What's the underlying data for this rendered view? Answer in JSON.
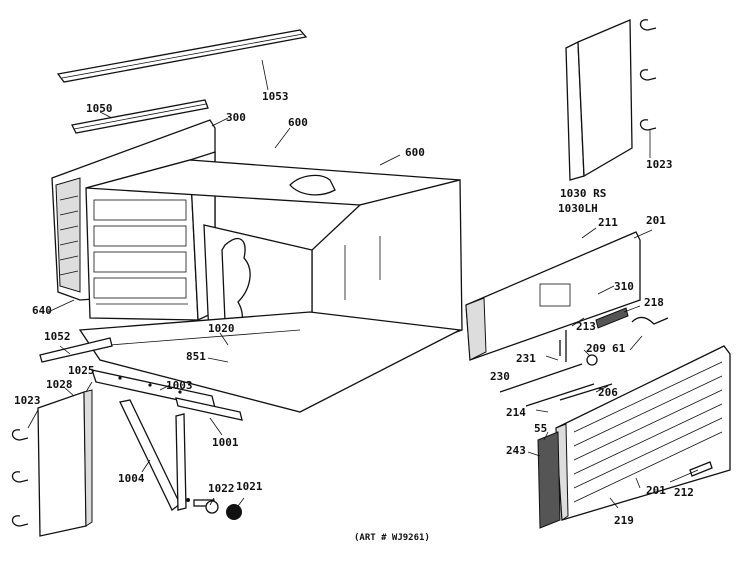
{
  "labels": {
    "p1050": "1050",
    "p1053": "1053",
    "p300": "300",
    "p600a": "600",
    "p600b": "600",
    "p640": "640",
    "p1052": "1052",
    "p1020": "1020",
    "p851": "851",
    "p1003": "1003",
    "p1001": "1001",
    "p1023a": "1023",
    "p1028": "1028",
    "p1025": "1025",
    "p1004": "1004",
    "p1022": "1022",
    "p1021": "1021",
    "p1023b": "1023",
    "p1030rs": "1030 RS",
    "p1030lh": "1030LH",
    "p211": "211",
    "p201a": "201",
    "p310": "310",
    "p218": "218",
    "p213": "213",
    "p61": "61",
    "p209": "209",
    "p231": "231",
    "p230": "230",
    "p206": "206",
    "p214": "214",
    "p243": "243",
    "p55": "55",
    "p212": "212",
    "p201b": "201",
    "p219": "219"
  },
  "art_number": "(ART # WJ9261)"
}
